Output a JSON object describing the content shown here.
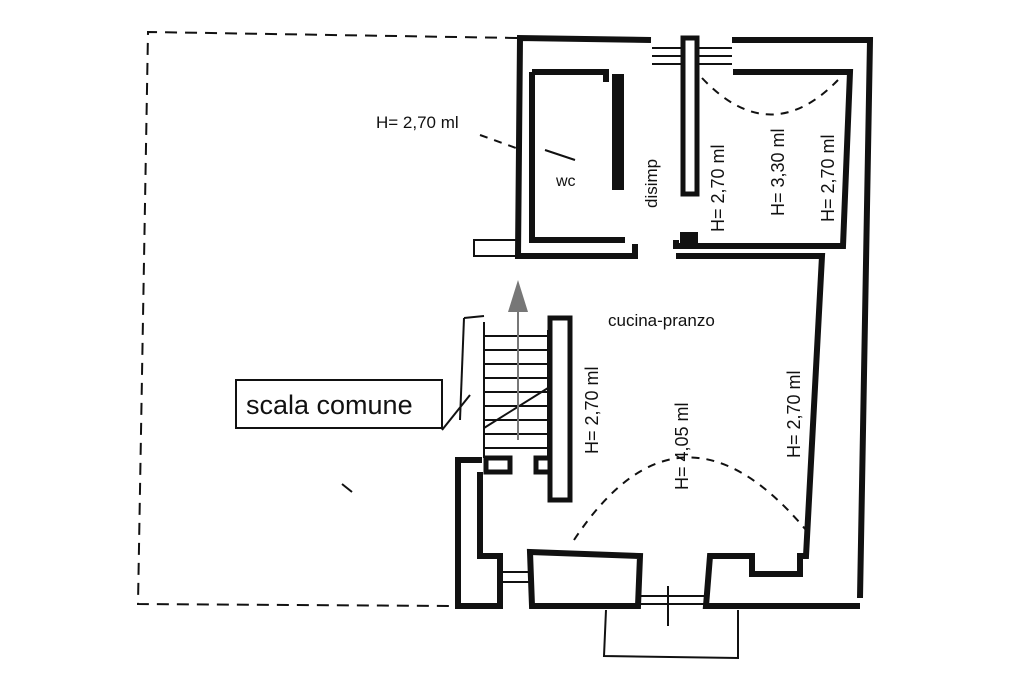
{
  "rooms": {
    "wc": "wc",
    "disimp": "disimp",
    "cucina": "cucina-pranzo"
  },
  "heights": {
    "outside": "H= 2,70 ml",
    "bedroom_left": "H= 2,70 ml",
    "bedroom_center": "H= 3,30 ml",
    "bedroom_right": "H= 2,70 ml",
    "kitchen_left": "H= 2,70 ml",
    "kitchen_center": "H= 4,05 ml",
    "kitchen_right": "H= 2,70 ml"
  },
  "stair_label": "scala comune",
  "colors": {
    "ink": "#111111",
    "paper": "#ffffff",
    "arrow": "#777777"
  }
}
